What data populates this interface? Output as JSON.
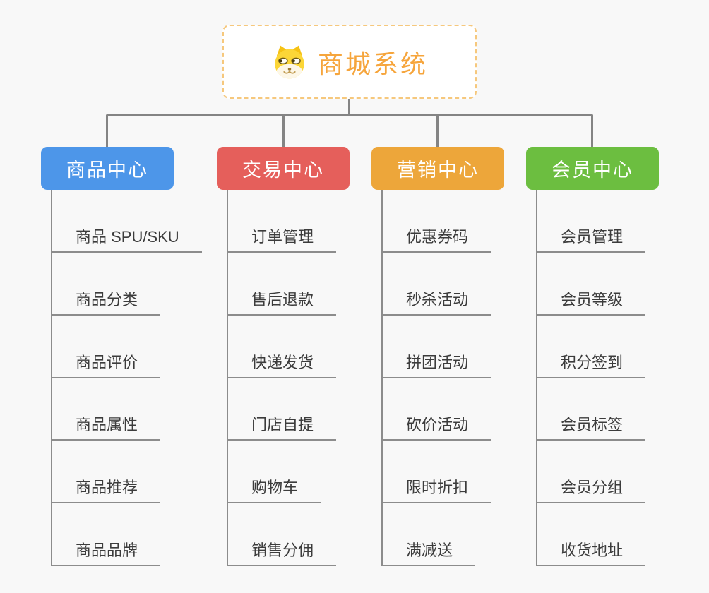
{
  "root": {
    "title": "商城系统",
    "icon": "shiba-dog-icon",
    "title_color": "#f6a53c",
    "border_color": "#f6c87d",
    "background": "#ffffff"
  },
  "connector_color": "#848484",
  "line_color": "#8c8c8c",
  "page_background": "#f8f8f8",
  "branches": [
    {
      "label": "商品中心",
      "color": "#4d96e9",
      "items": [
        "商品 SPU/SKU",
        "商品分类",
        "商品评价",
        "商品属性",
        "商品推荐",
        "商品品牌"
      ]
    },
    {
      "label": "交易中心",
      "color": "#e55f5b",
      "items": [
        "订单管理",
        "售后退款",
        "快递发货",
        "门店自提",
        "购物车",
        "销售分佣"
      ]
    },
    {
      "label": "营销中心",
      "color": "#eda63a",
      "items": [
        "优惠券码",
        "秒杀活动",
        "拼团活动",
        "砍价活动",
        "限时折扣",
        "满减送"
      ]
    },
    {
      "label": "会员中心",
      "color": "#6cbe40",
      "items": [
        "会员管理",
        "会员等级",
        "积分签到",
        "会员标签",
        "会员分组",
        "收货地址"
      ]
    }
  ]
}
